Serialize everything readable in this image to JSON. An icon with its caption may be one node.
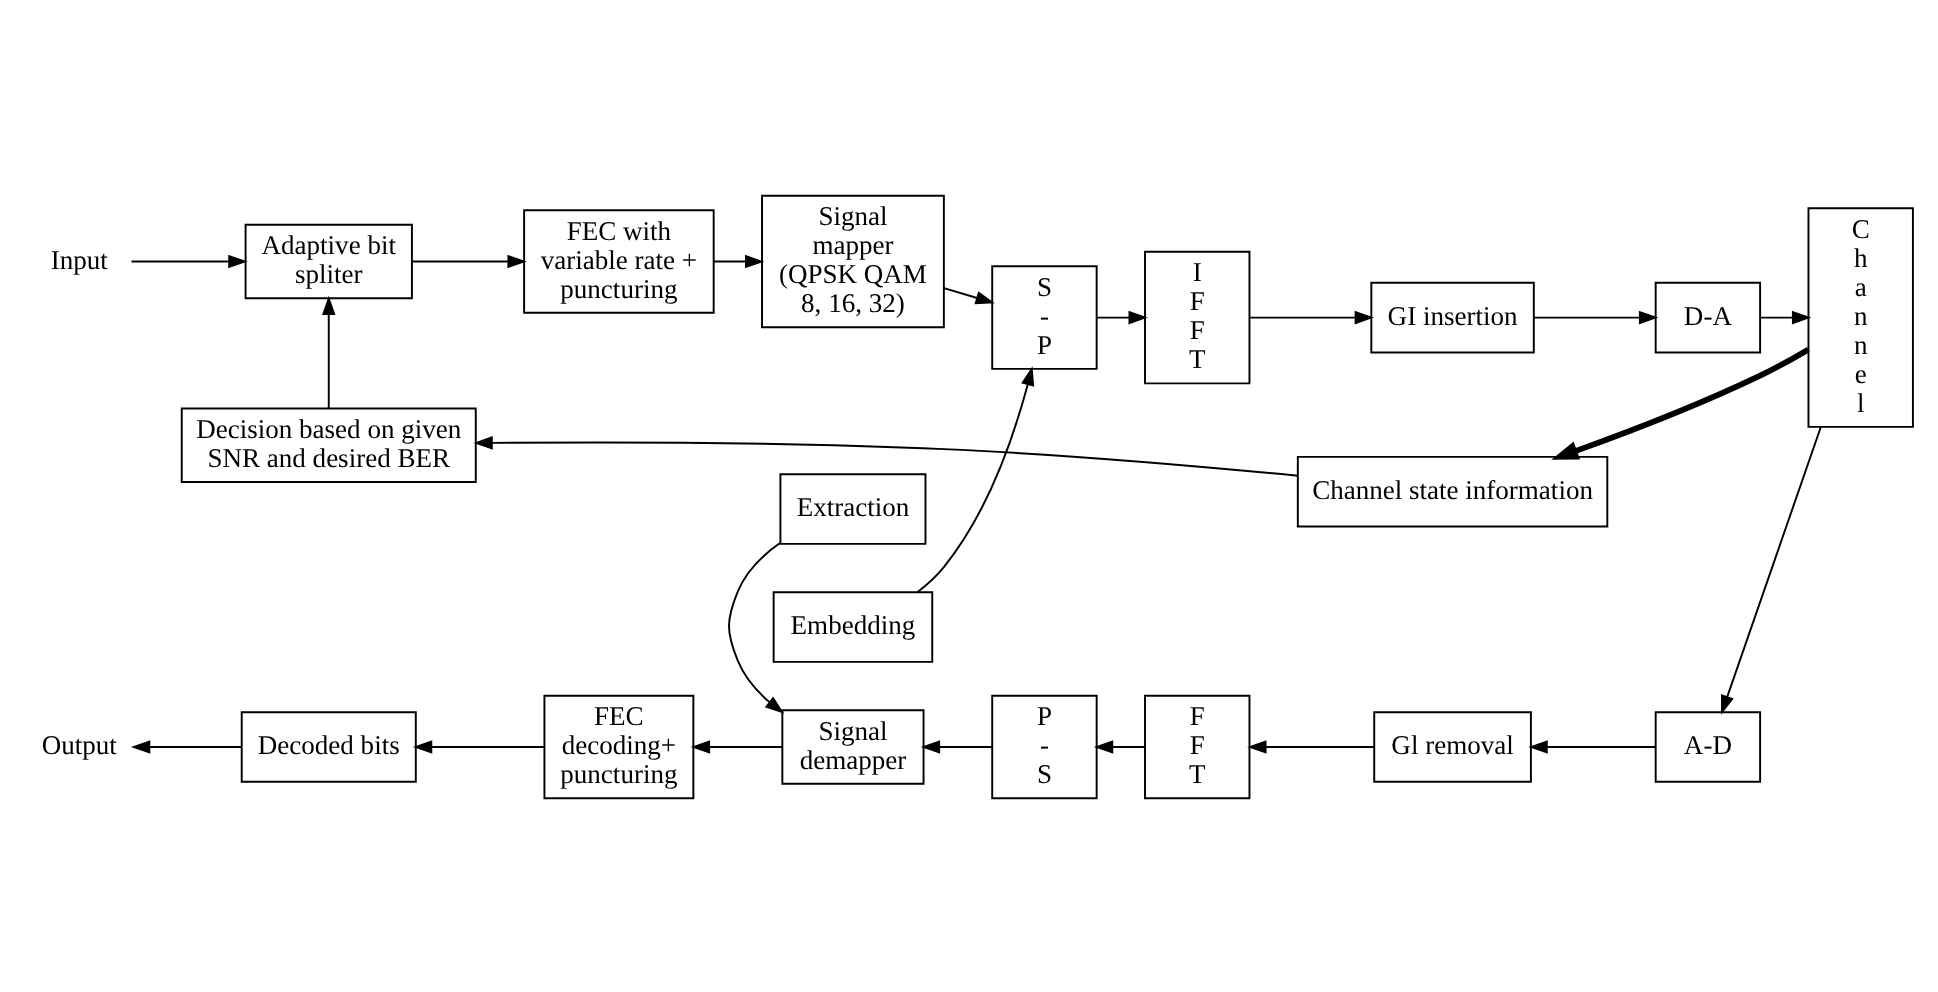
{
  "diagram": {
    "nodes": [
      {
        "text": [
          "Input"
        ]
      },
      {
        "text": [
          "Adaptive bit spliter"
        ]
      },
      {
        "text": [
          "FEC with variable rate + puncturing"
        ]
      },
      {
        "text": [
          "Signal mapper (QPSK QAM 8, 16, 32)"
        ]
      },
      {
        "text": [
          "Embedding"
        ]
      },
      {
        "text": [
          "S - P"
        ]
      },
      {
        "text": [
          "I F F T"
        ]
      },
      {
        "text": [
          "GI insertion"
        ]
      },
      {
        "text": [
          "D-A"
        ]
      },
      {
        "text": [
          "C h a n n e l"
        ]
      },
      {
        "text": [
          "Decision based on given SNR and desired BER"
        ]
      },
      {
        "text": [
          "Channel state information"
        ]
      },
      {
        "text": [
          "A-D"
        ]
      },
      {
        "text": [
          "Gl removal"
        ]
      },
      {
        "text": [
          "F F T"
        ]
      },
      {
        "text": [
          "P - S"
        ]
      },
      {
        "text": [
          "Extraction"
        ]
      },
      {
        "text": [
          "Signal demapper"
        ]
      },
      {
        "text": [
          "FEC decoding+ puncturing"
        ]
      },
      {
        "text": [
          "Decoded bits"
        ]
      },
      {
        "text": [
          "Output"
        ]
      }
    ],
    "edges": [
      {
        "from": 0,
        "to": 1,
        "arrow": "to"
      },
      {
        "from": 1,
        "to": 2,
        "arrow": "to"
      },
      {
        "from": 2,
        "to": 3,
        "arrow": "to"
      },
      {
        "from": 3,
        "to": 5,
        "arrow": "to"
      },
      {
        "from": 4,
        "to": 5,
        "arrow": "to"
      },
      {
        "from": 5,
        "to": 6,
        "arrow": "to"
      },
      {
        "from": 6,
        "to": 7,
        "arrow": "to"
      },
      {
        "from": 7,
        "to": 8,
        "arrow": "to"
      },
      {
        "from": 8,
        "to": 9,
        "arrow": "to"
      },
      {
        "from": 9,
        "to": 11,
        "arrow": "to",
        "style": "thick"
      },
      {
        "from": 11,
        "to": 10,
        "arrow": "to"
      },
      {
        "from": 10,
        "to": 1,
        "arrow": "to"
      },
      {
        "from": 9,
        "to": 12,
        "arrow": "to"
      },
      {
        "from": 12,
        "to": 13,
        "arrow": "to"
      },
      {
        "from": 13,
        "to": 14,
        "arrow": "to"
      },
      {
        "from": 14,
        "to": 15,
        "arrow": "to"
      },
      {
        "from": 15,
        "to": 17,
        "arrow": "to"
      },
      {
        "from": 16,
        "to": 17,
        "arrow": "to"
      },
      {
        "from": 17,
        "to": 18,
        "arrow": "to"
      },
      {
        "from": 18,
        "to": 19,
        "arrow": "to"
      },
      {
        "from": 19,
        "to": 20,
        "arrow": "to"
      }
    ]
  }
}
